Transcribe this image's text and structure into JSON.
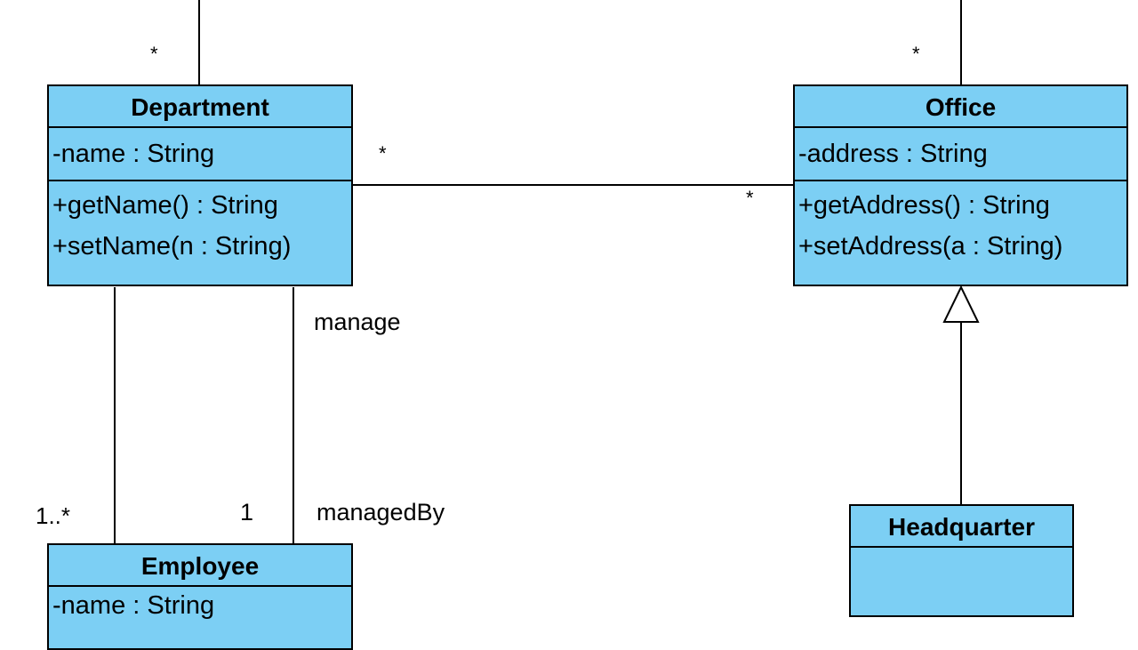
{
  "classes": {
    "department": {
      "name": "Department",
      "attributes": [
        "-name : String"
      ],
      "operations": [
        "+getName() : String",
        "+setName(n : String)"
      ]
    },
    "office": {
      "name": "Office",
      "attributes": [
        "-address : String"
      ],
      "operations": [
        "+getAddress() : String",
        "+setAddress(a : String)"
      ]
    },
    "employee": {
      "name": "Employee",
      "attributes": [
        "-name : String"
      ]
    },
    "headquarter": {
      "name": "Headquarter"
    }
  },
  "associations": {
    "department_top": {
      "multiplicity": "*"
    },
    "office_top": {
      "multiplicity": "*"
    },
    "department_office": {
      "department_end": "*",
      "office_end": "*"
    },
    "department_employee_members": {
      "employee_end": "1..*"
    },
    "department_employee_manager": {
      "department_role": "manage",
      "employee_role": "managedBy",
      "employee_end": "1"
    }
  },
  "colors": {
    "class_fill": "#7ccff4",
    "line": "#000000"
  }
}
